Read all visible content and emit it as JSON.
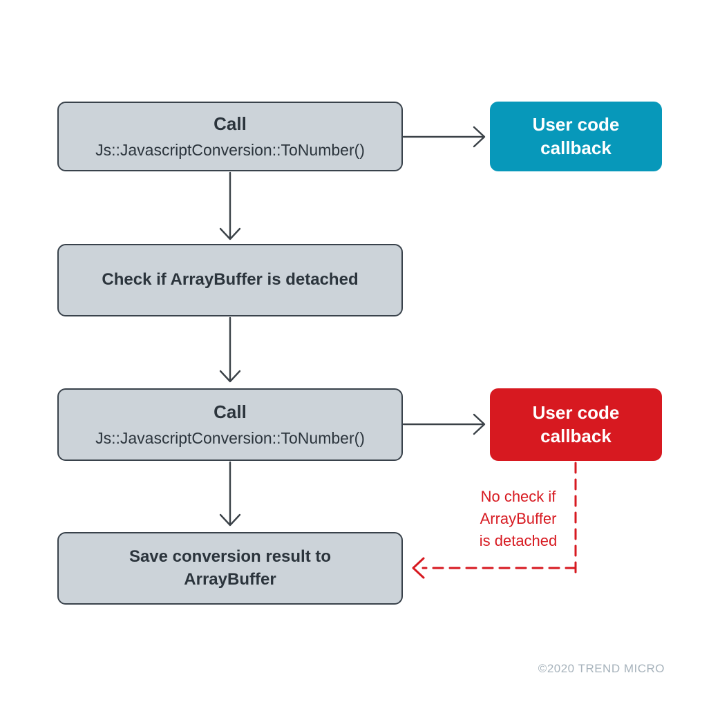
{
  "theme": {
    "background": "#ffffff",
    "box-fill": "#ccd3d9",
    "box-border": "#39424b",
    "box-text": "#2b343c",
    "teal": "#0798ba",
    "red": "#d71920",
    "arrow": "#3a4147",
    "copyright": "#a6b2bb"
  },
  "diagram": {
    "nodes": {
      "call1": {
        "title": "Call",
        "subtitle": "Js::JavascriptConversion::ToNumber()"
      },
      "callback1": {
        "label": "User code\ncallback"
      },
      "check": {
        "label": "Check if ArrayBuffer is detached"
      },
      "call2": {
        "title": "Call",
        "subtitle": "Js::JavascriptConversion::ToNumber()"
      },
      "callback2": {
        "label": "User code\ncallback"
      },
      "save": {
        "label": "Save conversion result to\nArrayBuffer"
      }
    },
    "annotation": {
      "text": "No check if\nArrayBuffer\nis detached"
    },
    "footer": {
      "copyright": "©2020 TREND MICRO"
    }
  }
}
